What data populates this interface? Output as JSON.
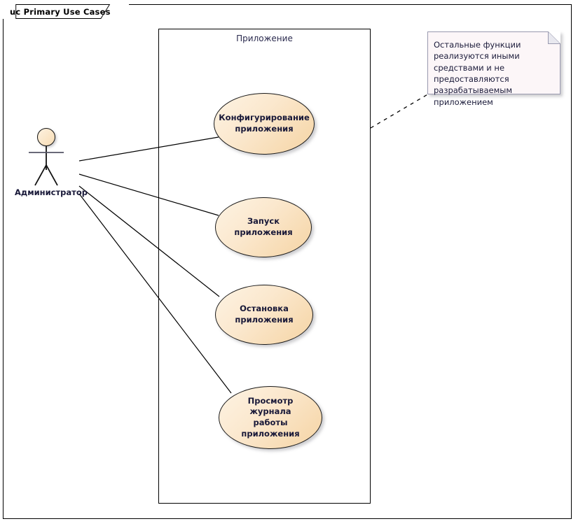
{
  "diagram": {
    "frame_title": "uc Primary Use Cases",
    "boundary_label": "Приложение",
    "actor": {
      "name": "Администратор"
    },
    "use_cases": [
      {
        "id": "configure",
        "label": "Конфигурирование приложения"
      },
      {
        "id": "start",
        "label": "Запуск приложения"
      },
      {
        "id": "stop",
        "label": "Остановка приложения"
      },
      {
        "id": "viewlog",
        "label": "Просмотр журнала работы приложения"
      }
    ],
    "note": {
      "text": "Остальные функции реализуются иными средствами и не предоставляются разрабатываемым приложением"
    },
    "colors": {
      "usecase_fill_light": "#fdf3e3",
      "usecase_fill_dark": "#f5d4a4",
      "usecase_border": "#1a1a1a",
      "text": "#181838",
      "note_fill": "#fcf6f8",
      "note_border": "#9a9ab0",
      "line": "#000000",
      "background": "#ffffff"
    }
  }
}
